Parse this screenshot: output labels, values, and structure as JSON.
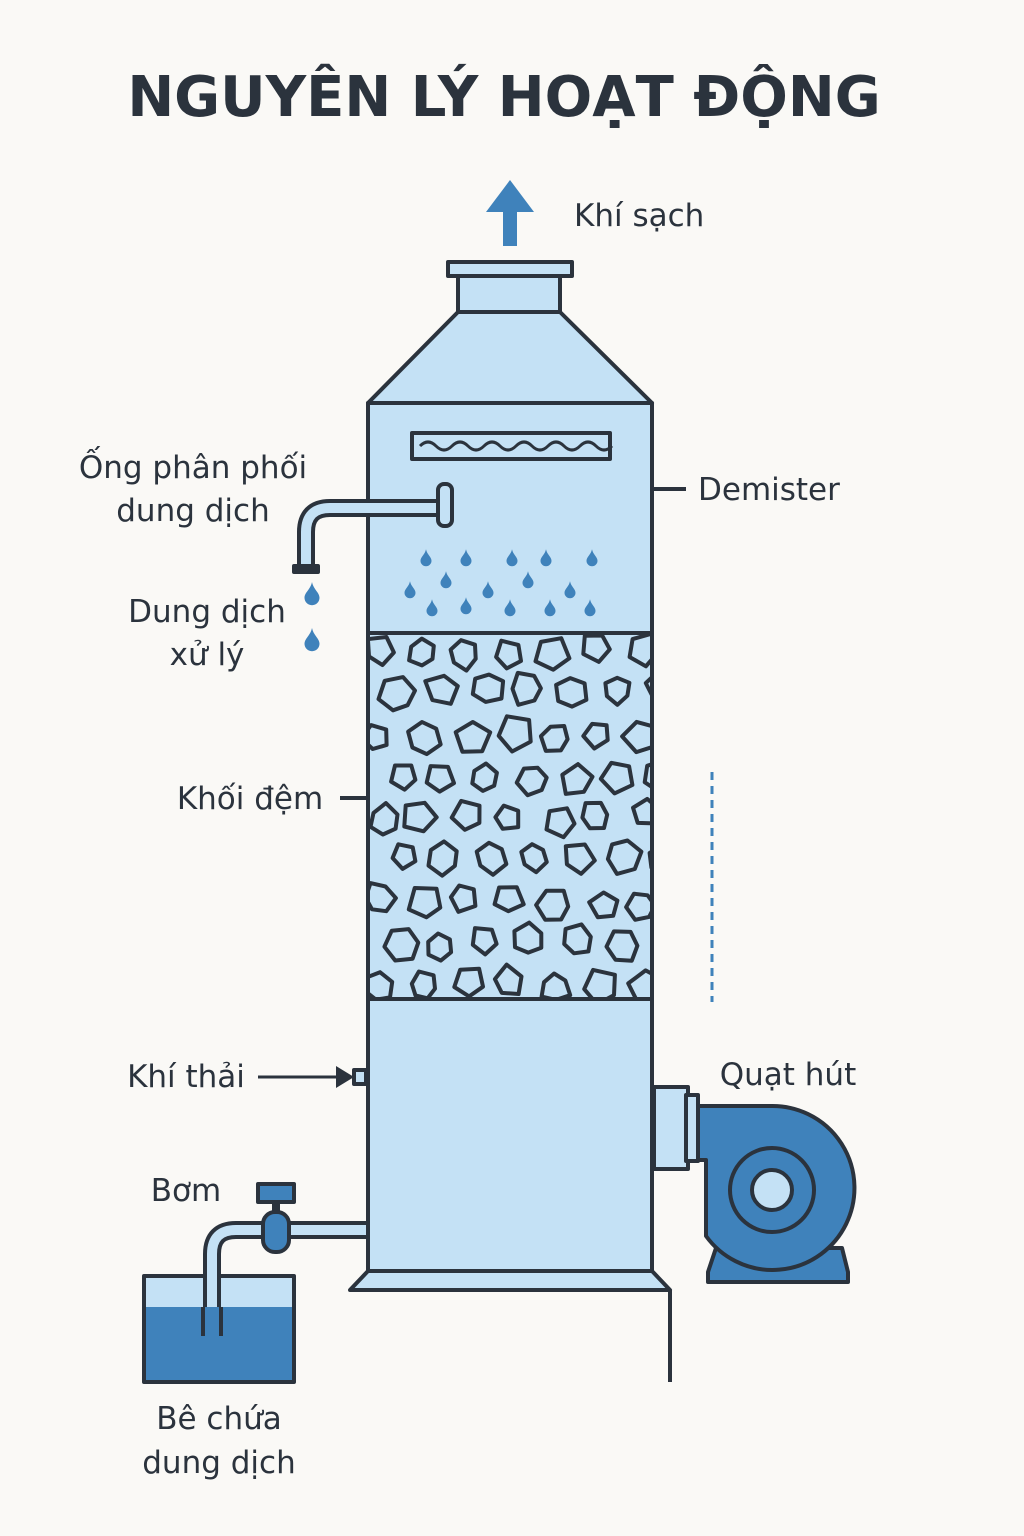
{
  "title": "NGUYÊN LÝ HOẠT ĐỘNG",
  "labels": {
    "clean_air": "Khí sạch",
    "distribution_pipe_line1": "Ống phân phối",
    "distribution_pipe_line2": "dung dịch",
    "demister": "Demister",
    "solution_line1": "Dung dịch",
    "solution_line2": "xử lý",
    "packing": "Khối đệm",
    "exhaust_gas": "Khí thải",
    "fan": "Quạt hút",
    "pump": "Bơm",
    "tank_line1": "Bê chứa",
    "tank_line2": "dung dịch"
  },
  "colors": {
    "tower_fill": "#c4e1f5",
    "outline": "#2b333d",
    "accent_blue": "#3f82bb",
    "water": "#3f82bb",
    "water_light": "#c4e1f5",
    "background": "#faf9f6"
  }
}
